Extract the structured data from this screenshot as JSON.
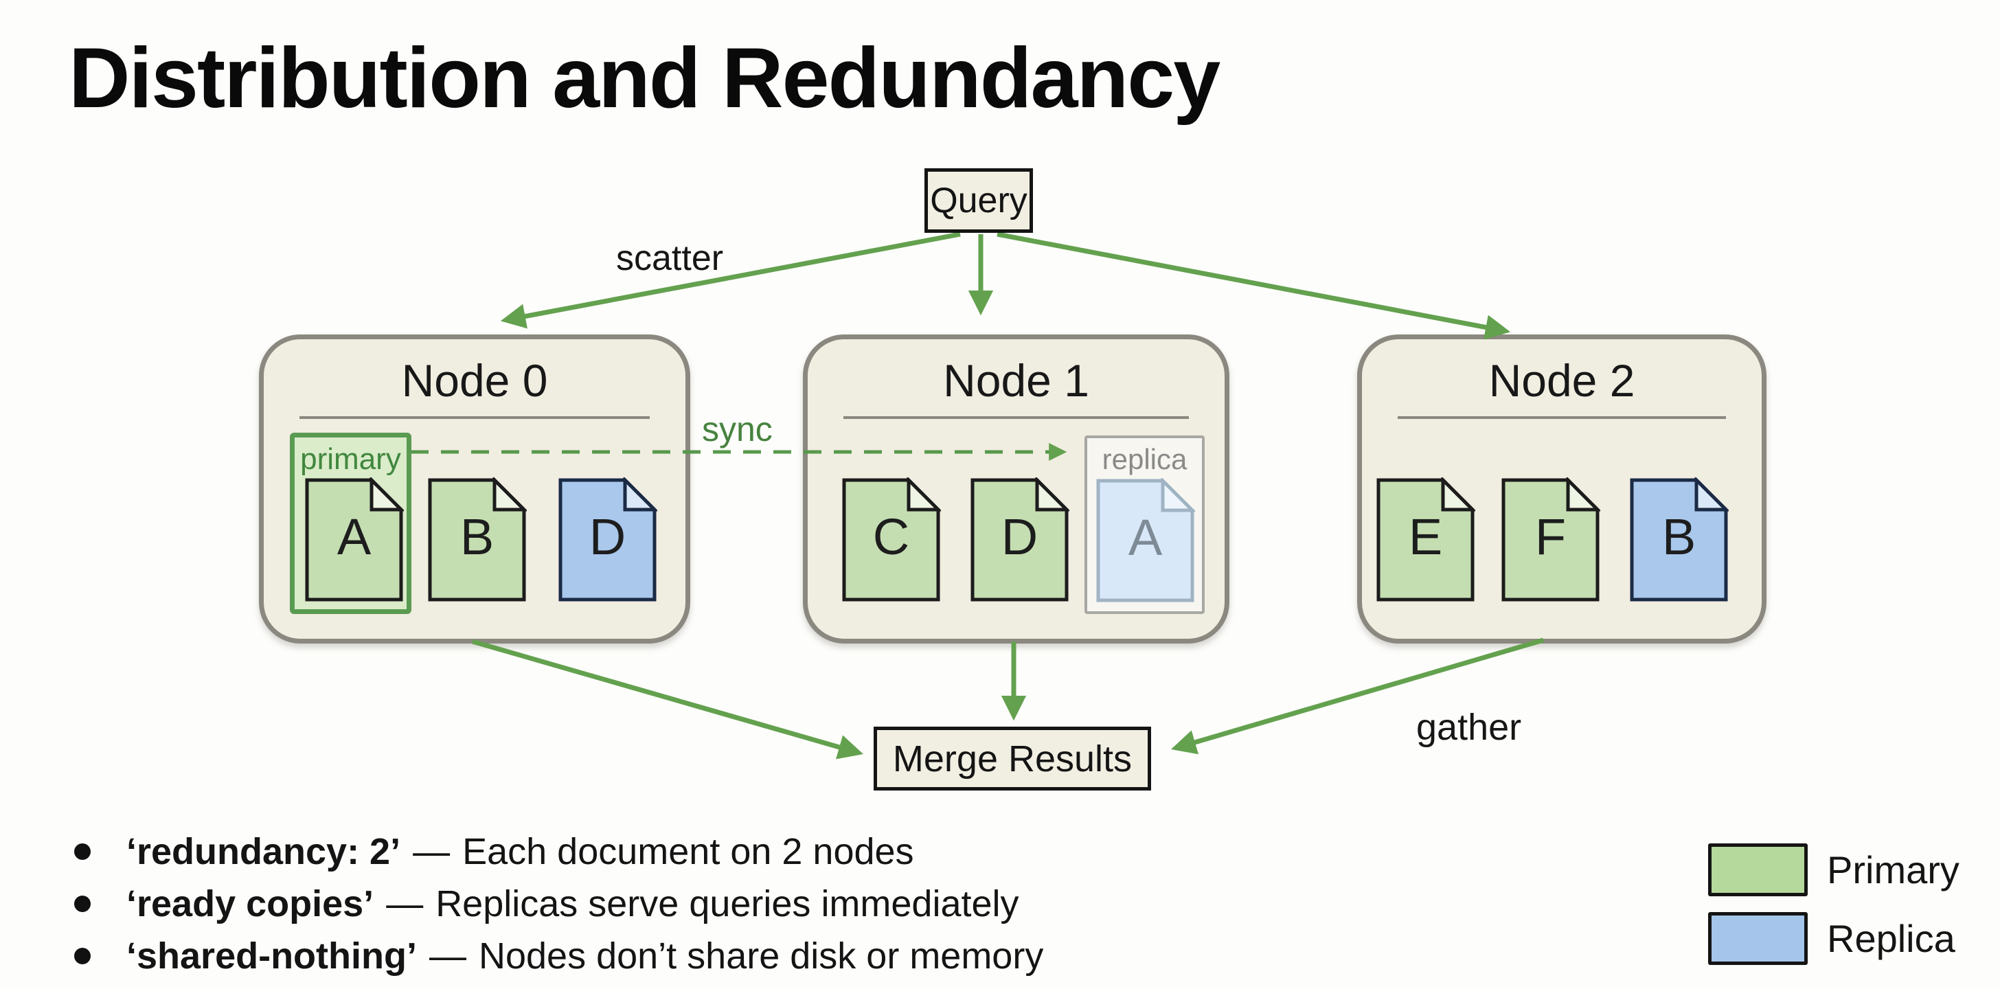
{
  "title": "Distribution and Redundancy",
  "diagram": {
    "query_label": "Query",
    "merge_label": "Merge Results",
    "scatter_label": "scatter",
    "sync_label": "sync",
    "gather_label": "gather",
    "primary_label": "primary",
    "replica_label": "replica",
    "nodes": [
      {
        "name": "Node 0",
        "docs": [
          {
            "letter": "A",
            "kind": "primary-highlighted"
          },
          {
            "letter": "B",
            "kind": "primary"
          },
          {
            "letter": "D",
            "kind": "replica"
          }
        ]
      },
      {
        "name": "Node 1",
        "docs": [
          {
            "letter": "C",
            "kind": "primary"
          },
          {
            "letter": "D",
            "kind": "primary"
          },
          {
            "letter": "A",
            "kind": "replica-syncing"
          }
        ]
      },
      {
        "name": "Node 2",
        "docs": [
          {
            "letter": "E",
            "kind": "primary"
          },
          {
            "letter": "F",
            "kind": "primary"
          },
          {
            "letter": "B",
            "kind": "replica"
          }
        ]
      }
    ]
  },
  "bullets": [
    {
      "term": "‘redundancy: 2’",
      "dash": "—",
      "desc": "Each document on 2 nodes"
    },
    {
      "term": "‘ready copies’",
      "dash": "—",
      "desc": "Replicas serve queries immediately"
    },
    {
      "term": "‘shared-nothing’",
      "dash": "—",
      "desc": "Nodes don’t share disk or memory"
    }
  ],
  "legend": {
    "items": [
      {
        "label": "Primary",
        "color": "#b5d89d"
      },
      {
        "label": "Replica",
        "color": "#a5c6ea"
      }
    ]
  },
  "colors": {
    "arrow_green": "#63a14e",
    "sync_green": "#47833f",
    "primary_doc_fill": "#c4deb2",
    "replica_doc_fill": "#a9c8ec",
    "faded_replica_fill": "#d9e8f8",
    "primary_highlight_border": "#5a9b52",
    "node_fill": "#f0ede1",
    "node_border": "#8b8880",
    "label_box_fill": "#f1eee2"
  }
}
